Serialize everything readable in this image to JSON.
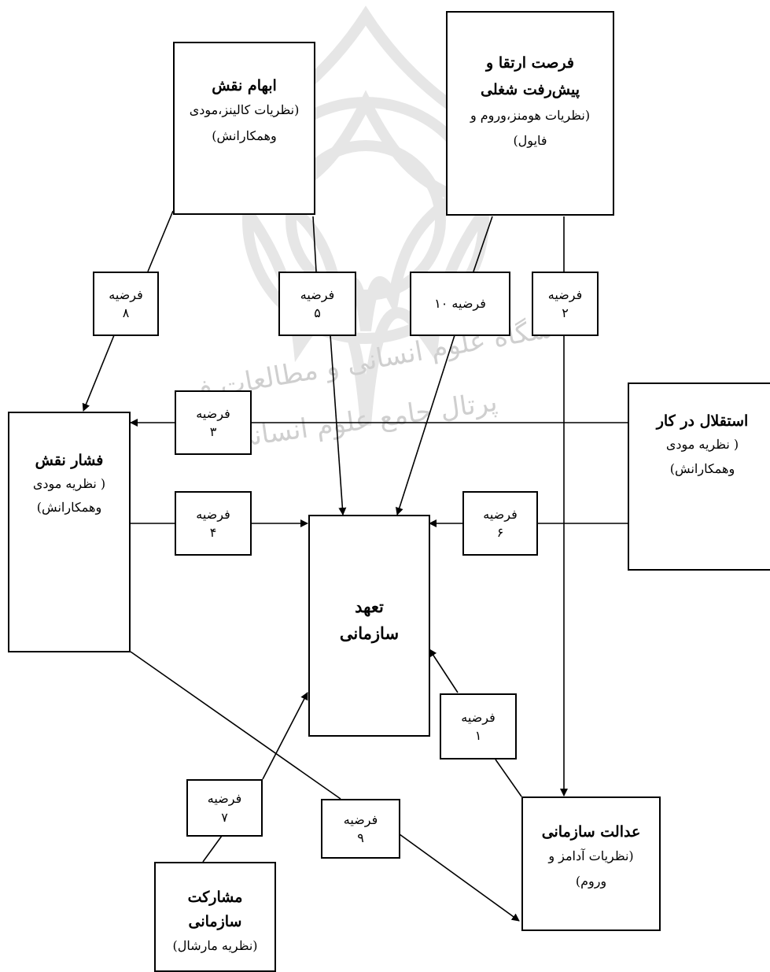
{
  "nodes": {
    "role_ambiguity": {
      "title": "ابهام نقش",
      "subtitle": "(نظریات کالینز،مودی\nوهمکارانش)"
    },
    "career_advancement": {
      "title": "فرصت ارتقا و\nپیش‌رفت شغلی",
      "subtitle": "(نظریات هومنز،وروم و\nفایول)"
    },
    "job_autonomy": {
      "title": "استقلال در کار",
      "subtitle": "( نظریه مودی\nوهمکارانش)"
    },
    "role_pressure": {
      "title": "فشار نقش",
      "subtitle": "( نظریه مودی\nوهمکارانش)"
    },
    "organizational_commitment": {
      "title": "تعهد\nسازمانی"
    },
    "organizational_justice": {
      "title": "عدالت سازمانی",
      "subtitle": "(نظریات آدامز و\nوروم)"
    },
    "organizational_participation": {
      "title": "مشارکت\nسازمانی",
      "subtitle": "(نظریه مارشال)"
    }
  },
  "hypothesis_word": "فرضیه",
  "hypotheses": {
    "h1": "۱",
    "h2": "۲",
    "h3": "۳",
    "h4": "۴",
    "h5": "۵",
    "h6": "۶",
    "h7": "۷",
    "h8": "۸",
    "h9": "۹",
    "h10": "۱۰"
  },
  "watermark": {
    "line1": "پژوهشگاه علوم انسانی و مطالعات فرهنگی",
    "line2": "پرتال جامع علوم انسانی",
    "color": "#c8c8c8"
  }
}
